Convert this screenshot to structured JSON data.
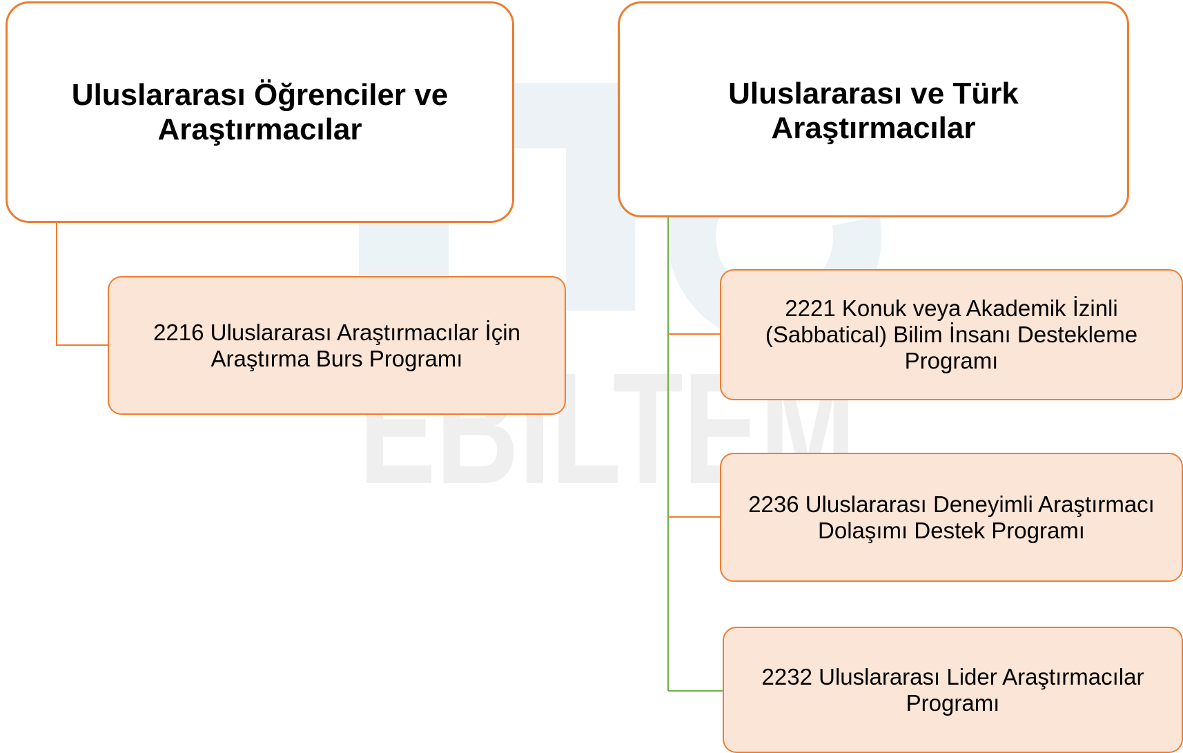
{
  "colors": {
    "box_border": "#ED7D31",
    "child_fill": "#FBE5D6",
    "left_connector": "#ED7D31",
    "right_connector": "#70AD47",
    "watermark": "#D9E6EC"
  },
  "watermark": {
    "logo_text": "EBILTEM"
  },
  "left_group": {
    "header": "Uluslararası Öğrenciler ve Araştırmacılar",
    "children": [
      {
        "label": "2216 Uluslararası Araştırmacılar İçin Araştırma Burs Programı"
      }
    ]
  },
  "right_group": {
    "header": "Uluslararası ve Türk Araştırmacılar",
    "children": [
      {
        "label": "2221 Konuk veya Akademik İzinli (Sabbatical) Bilim İnsanı Destekleme Programı"
      },
      {
        "label": "2236 Uluslararası Deneyimli Araştırmacı Dolaşımı Destek Programı"
      },
      {
        "label": "2232 Uluslararası Lider Araştırmacılar Programı"
      }
    ]
  }
}
